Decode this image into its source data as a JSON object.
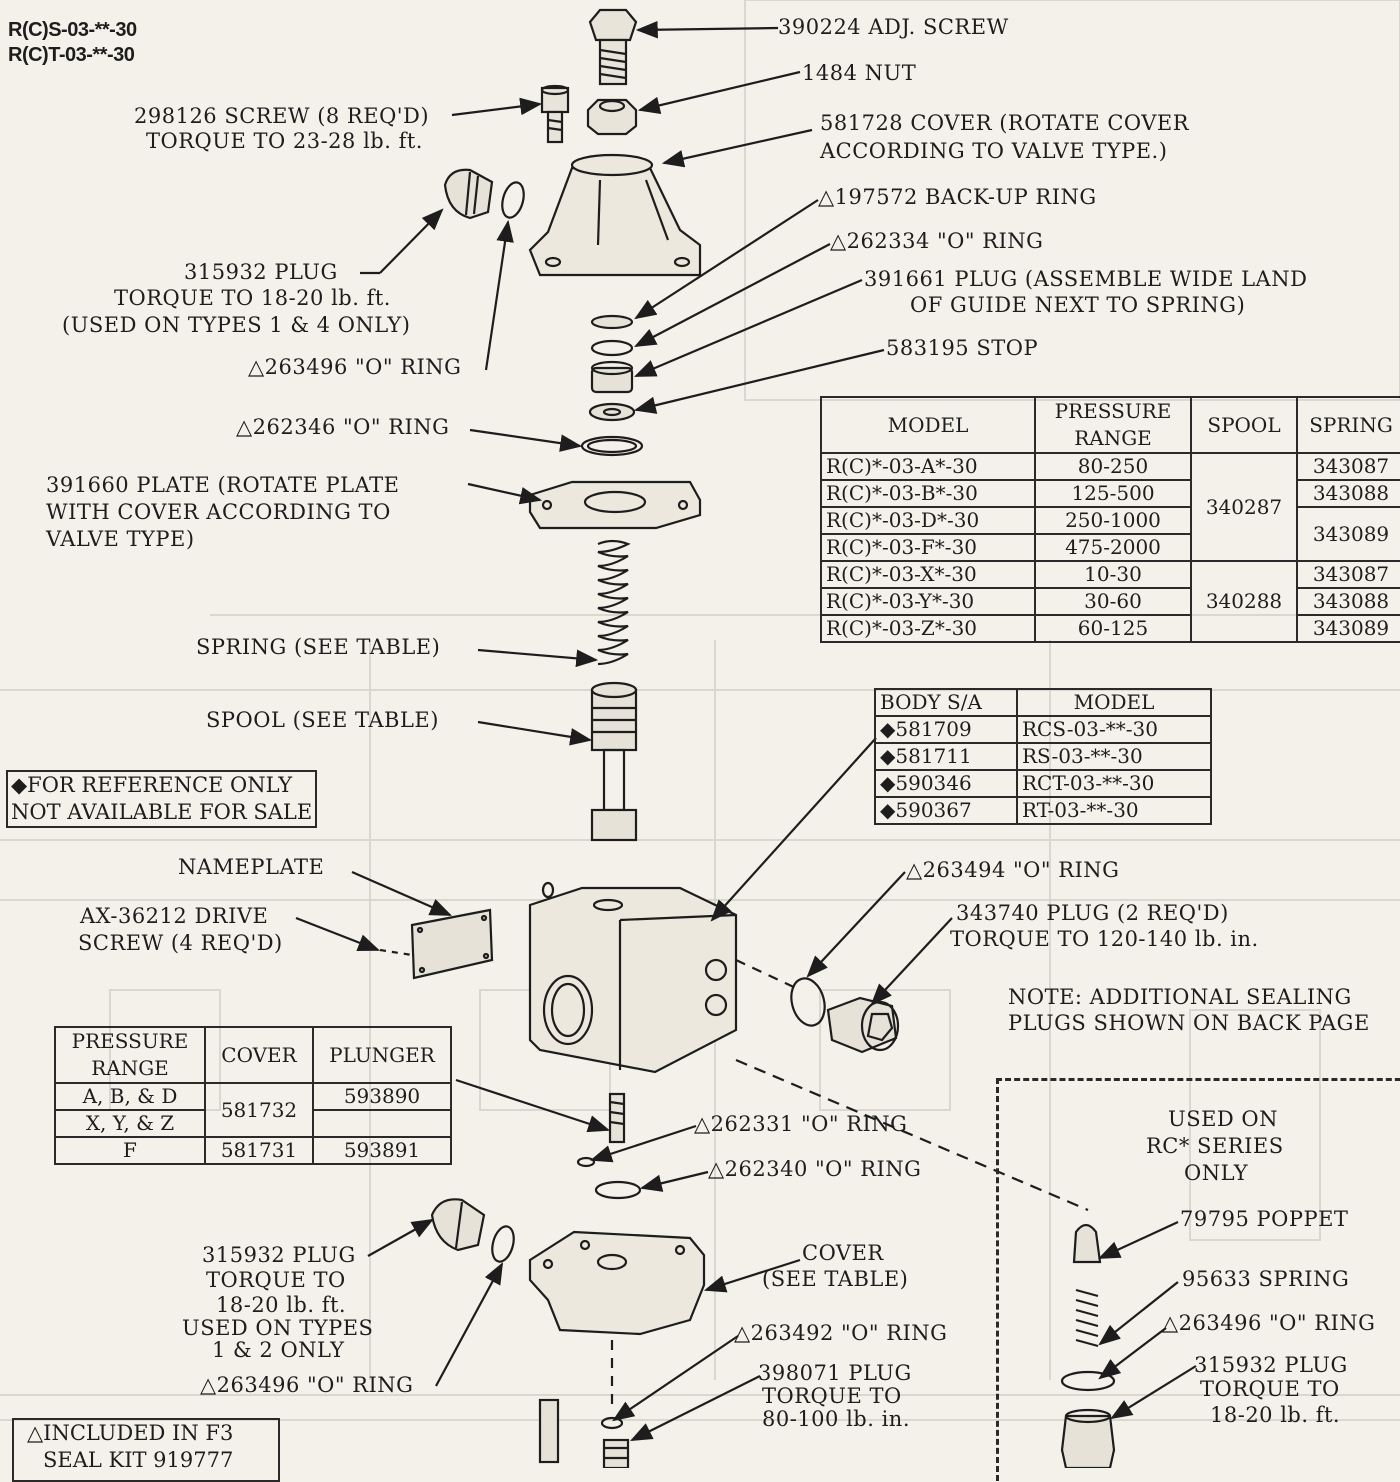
{
  "header": {
    "line1": "R(C)S-03-**-30",
    "line2": "R(C)T-03-**-30"
  },
  "callouts": {
    "adj_screw": "390224 ADJ. SCREW",
    "nut": "1484 NUT",
    "screw_l1": "298126 SCREW (8 REQ'D)",
    "screw_l2": "TORQUE TO 23-28 lb. ft.",
    "cover_l1": "581728 COVER (ROTATE COVER",
    "cover_l2": "ACCORDING TO VALVE TYPE.)",
    "backup": "△197572 BACK-UP RING",
    "oring_262334": "△262334 \"O\" RING",
    "plug391661_l1": "391661 PLUG (ASSEMBLE WIDE LAND",
    "plug391661_l2": "OF GUIDE NEXT TO SPRING)",
    "stop": "583195 STOP",
    "plug315932_top_l1": "315932 PLUG",
    "plug315932_top_l2": "TORQUE TO 18-20 lb. ft.",
    "plug315932_top_l3": "(USED ON TYPES 1 & 4 ONLY)",
    "oring_263496_a": "△263496 \"O\" RING",
    "oring_262346": "△262346 \"O\" RING",
    "plate_l1": "391660 PLATE (ROTATE PLATE",
    "plate_l2": "WITH COVER ACCORDING TO",
    "plate_l3": "VALVE TYPE)",
    "spring": "SPRING (SEE TABLE)",
    "spool": "SPOOL (SEE TABLE)",
    "ref_l1": "◆FOR REFERENCE ONLY",
    "ref_l2": "NOT AVAILABLE FOR SALE",
    "nameplate": "NAMEPLATE",
    "drive_l1": "AX-36212 DRIVE",
    "drive_l2": "SCREW (4 REQ'D)",
    "oring_263494": "△263494 \"O\" RING",
    "plug343740_l1": "343740 PLUG (2 REQ'D)",
    "plug343740_l2": "TORQUE TO 120-140 lb. in.",
    "note_l1": "NOTE: ADDITIONAL SEALING",
    "note_l2": "PLUGS SHOWN ON BACK PAGE",
    "oring_262331": "△262331 \"O\" RING",
    "oring_262340": "△262340 \"O\" RING",
    "used_l1": "USED ON",
    "used_l2": "RC* SERIES",
    "used_l3": "ONLY",
    "poppet": "79795 POPPET",
    "spring95633": "95633 SPRING",
    "oring_263496_c": "△263496 \"O\" RING",
    "plug315932_br_l1": "315932 PLUG",
    "plug315932_br_l2": "TORQUE TO",
    "plug315932_br_l3": "18-20 lb. ft.",
    "plug315932_bl_l1": "315932 PLUG",
    "plug315932_bl_l2": "TORQUE TO",
    "plug315932_bl_l3": "18-20 lb. ft.",
    "plug315932_bl_l4": "USED ON TYPES",
    "plug315932_bl_l5": "1 & 2 ONLY",
    "cover_bottom_l1": "COVER",
    "cover_bottom_l2": "(SEE TABLE)",
    "oring_263492": "△263492 \"O\" RING",
    "plug398071_l1": "398071 PLUG",
    "plug398071_l2": "TORQUE TO",
    "plug398071_l3": "80-100 lb. in.",
    "oring_263496_b": "△263496 \"O\" RING",
    "kit_l1": "△INCLUDED IN F3",
    "kit_l2": "SEAL KIT 919777"
  },
  "model_table": {
    "headers": {
      "model": "MODEL",
      "pressure_l1": "PRESSURE",
      "pressure_l2": "RANGE",
      "spool": "SPOOL",
      "spring": "SPRING"
    },
    "rows": [
      {
        "model": "R(C)*-03-A*-30",
        "range": "80-250",
        "spring": "343087"
      },
      {
        "model": "R(C)*-03-B*-30",
        "range": "125-500",
        "spring": "343088"
      },
      {
        "model": "R(C)*-03-D*-30",
        "range": "250-1000",
        "spring": "343089"
      },
      {
        "model": "R(C)*-03-F*-30",
        "range": "475-2000",
        "spring": ""
      },
      {
        "model": "R(C)*-03-X*-30",
        "range": "10-30",
        "spring": "343087"
      },
      {
        "model": "R(C)*-03-Y*-30",
        "range": "30-60",
        "spring": "343088"
      },
      {
        "model": "R(C)*-03-Z*-30",
        "range": "60-125",
        "spring": "343089"
      }
    ],
    "spool_group1": "340287",
    "spool_group2": "340288"
  },
  "body_table": {
    "headers": {
      "body": "BODY S/A",
      "model": "MODEL"
    },
    "rows": [
      {
        "body": "◆581709",
        "model": "RCS-03-**-30"
      },
      {
        "body": "◆581711",
        "model": "RS-03-**-30"
      },
      {
        "body": "◆590346",
        "model": "RCT-03-**-30"
      },
      {
        "body": "◆590367",
        "model": "RT-03-**-30"
      }
    ]
  },
  "cover_table": {
    "headers": {
      "pressure_l1": "PRESSURE",
      "pressure_l2": "RANGE",
      "cover": "COVER",
      "plunger": "PLUNGER"
    },
    "rows": [
      {
        "range": "A, B, & D",
        "plunger": "593890"
      },
      {
        "range": "X, Y, & Z",
        "plunger": ""
      },
      {
        "range": "F",
        "cover": "581731",
        "plunger": "593891"
      }
    ],
    "cover_group": "581732"
  }
}
